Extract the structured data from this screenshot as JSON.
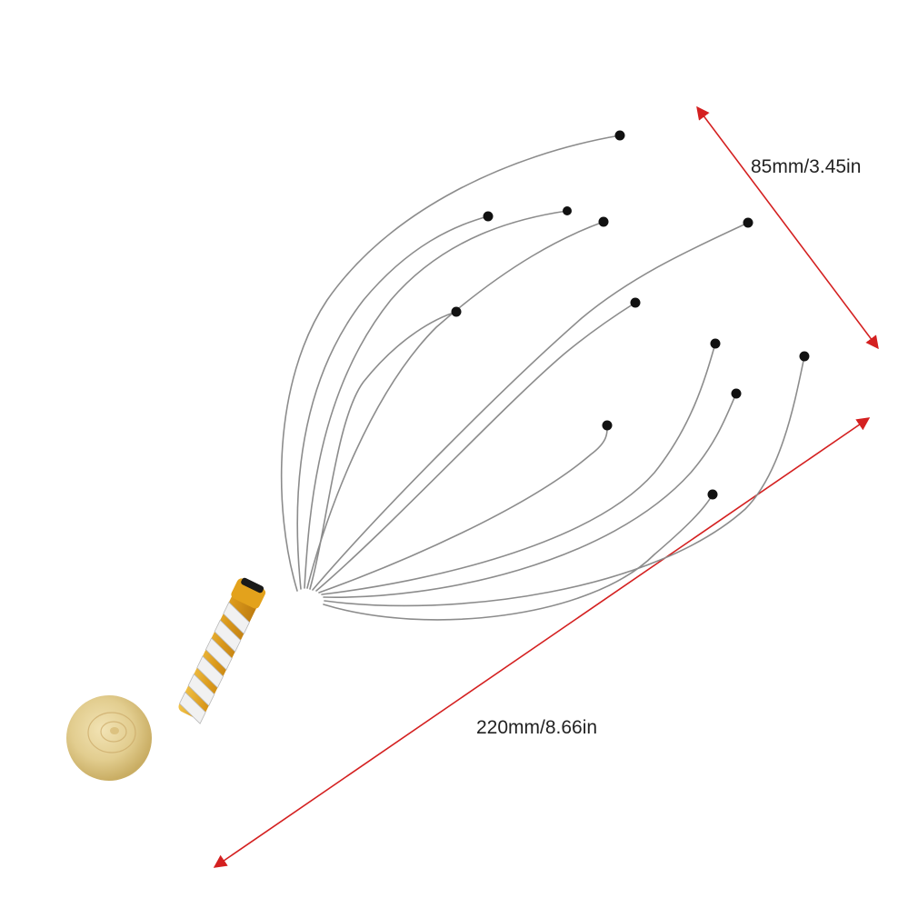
{
  "dimensions": {
    "width_label": "85mm/3.45in",
    "length_label": "220mm/8.66in"
  },
  "colors": {
    "background": "#ffffff",
    "dimension_arrow": "#d42020",
    "dimension_text": "#222222",
    "wire": "#8a8a8a",
    "wire_tip": "#111111",
    "handle_gold": "#d9a21a",
    "handle_silver": "#e8e8e8",
    "wood_ball": "#e3cf93"
  },
  "product": {
    "name_icon": "scalp-massager-image",
    "prongs_shown": 12
  }
}
